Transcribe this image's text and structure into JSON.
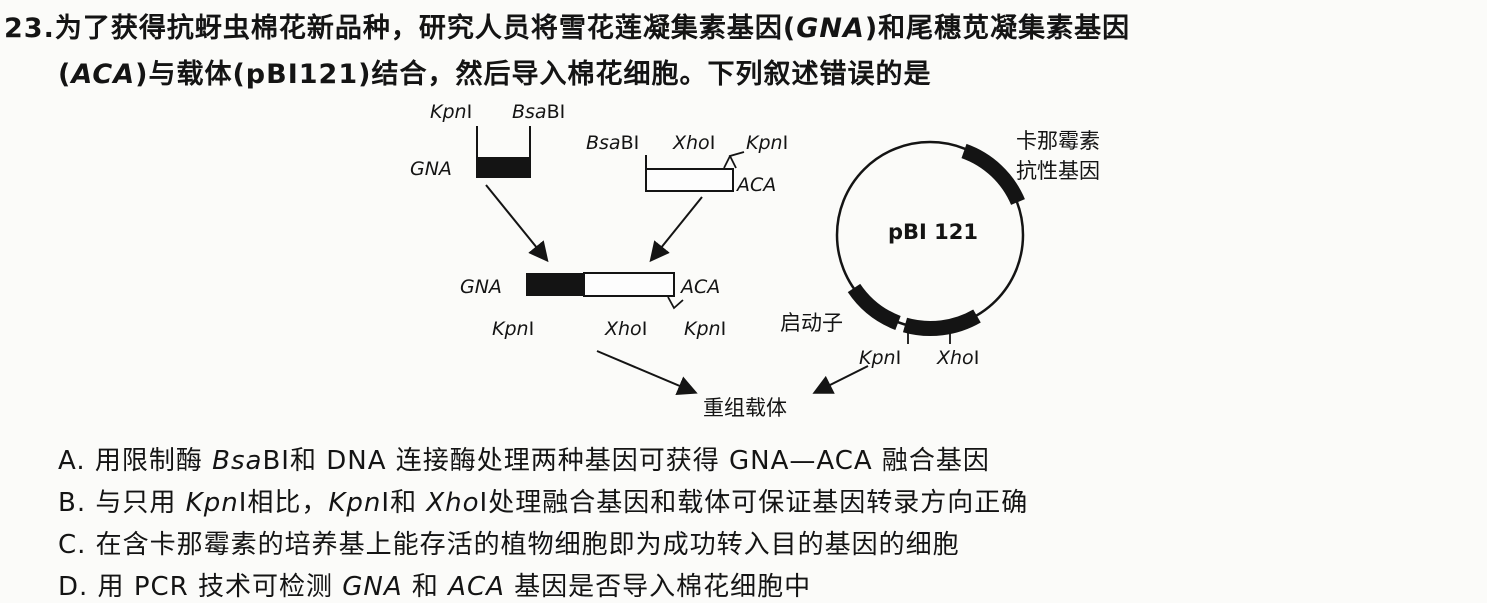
{
  "question": {
    "number": "23.",
    "line1": {
      "a": "为了获得抗蚜虫棉花新品种，研究人员将雪花莲凝集素基因(",
      "g1": "GNA",
      "b": ")和尾穗苋凝集素基因"
    },
    "line2": {
      "a": "(",
      "g2": "ACA",
      "b": ")与载体(pBI121)结合，然后导入棉花细胞。下列叙述错误的是"
    }
  },
  "diagram": {
    "kpn": "Kpn",
    "bsab_italic": "Bsa",
    "bsab_rest": "B",
    "xho": "Xho",
    "roman_one": "Ⅰ",
    "gna": "GNA",
    "aca": "ACA",
    "plasmid": "pBI 121",
    "kan_line1": "卡那霉素",
    "kan_line2": "抗性基因",
    "promoter": "启动子",
    "recombinant": "重组载体"
  },
  "options": [
    {
      "pre": "A. 用限制酶 ",
      "it1": "Bsa",
      "mid1": "BⅠ和 DNA 连接酶处理两种基因可获得 GNA—ACA 融合基因",
      "it2": "",
      "mid2": "",
      "it3": "",
      "post": ""
    },
    {
      "pre": "B. 与只用 ",
      "it1": "Kpn",
      "mid1": "Ⅰ相比，",
      "it2": "Kpn",
      "mid2": "Ⅰ和 ",
      "it3": "Xho",
      "post": "Ⅰ处理融合基因和载体可保证基因转录方向正确"
    },
    {
      "pre": "C. 在含卡那霉素的培养基上能存活的植物细胞即为成功转入目的基因的细胞",
      "it1": "",
      "mid1": "",
      "it2": "",
      "mid2": "",
      "it3": "",
      "post": ""
    },
    {
      "pre": "D. 用 PCR 技术可检测 ",
      "it1": "GNA",
      "mid1": " 和 ",
      "it2": "ACA",
      "mid2": " 基因是否导入棉花细胞中",
      "it3": "",
      "post": ""
    }
  ]
}
